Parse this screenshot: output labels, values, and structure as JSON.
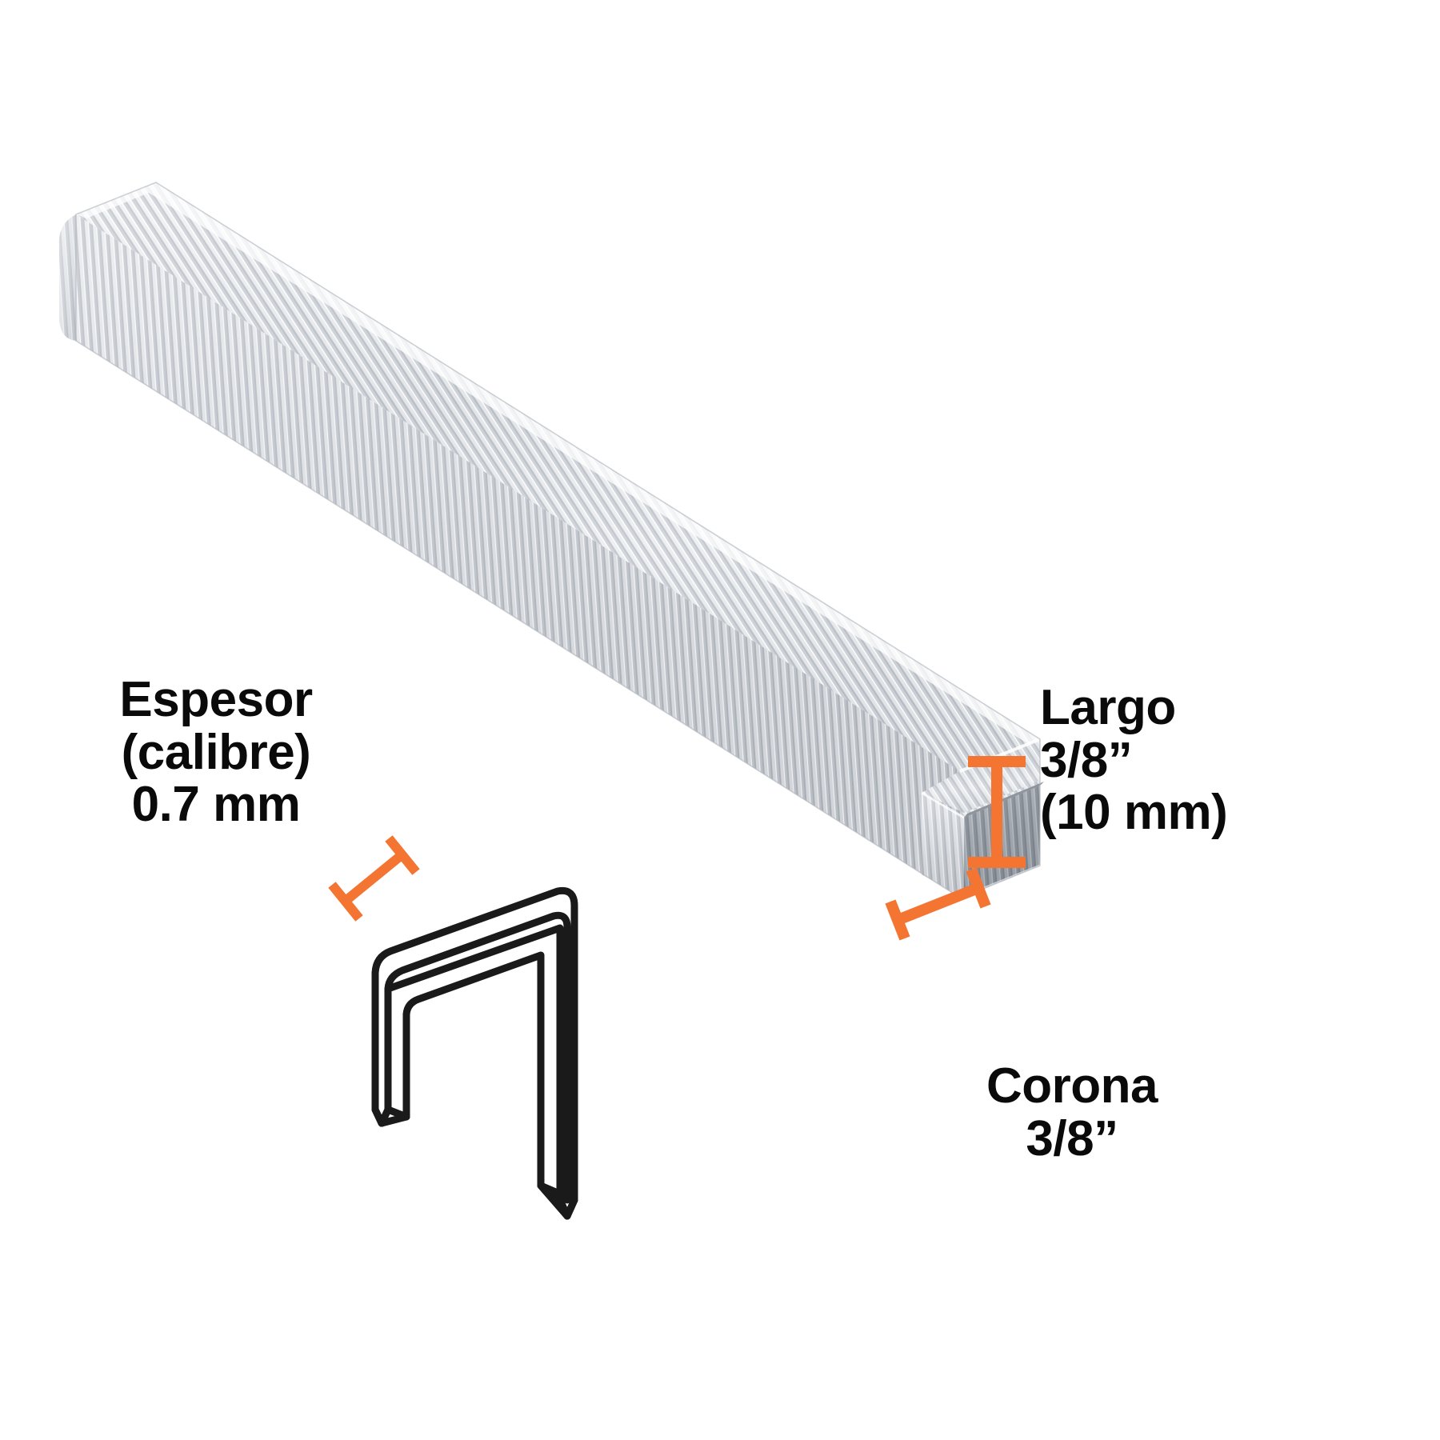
{
  "product": {
    "name": "staple-strip",
    "description": "Tira de grapas de acero",
    "finish_color": "#c8ccd0"
  },
  "theme": {
    "background": "#ffffff",
    "text_color": "#0a0a0a",
    "accent_orange": "#f47432",
    "outline_black": "#1a1a1a"
  },
  "callouts": {
    "espesor": {
      "line1": "Espesor",
      "line2": "(calibre)",
      "line3": "0.7 mm"
    },
    "largo": {
      "line1": "Largo",
      "line2": "3/8”",
      "line3": "(10 mm)"
    },
    "corona": {
      "line1": "Corona",
      "line2": "3/8”"
    }
  },
  "dimension_markers": [
    {
      "name": "espesor-marker",
      "orientation": "diagonal",
      "label": "Espesor (calibre) 0.7 mm",
      "color": "#f47432"
    },
    {
      "name": "largo-marker",
      "orientation": "vertical",
      "label": "Largo 3/8” (10 mm)",
      "color": "#f47432"
    },
    {
      "name": "corona-marker",
      "orientation": "diagonal",
      "label": "Corona 3/8”",
      "color": "#f47432"
    }
  ],
  "diagram": {
    "name": "staple-outline-diagram",
    "type": "isometric-line-drawing",
    "stroke_color": "#1a1a1a"
  }
}
